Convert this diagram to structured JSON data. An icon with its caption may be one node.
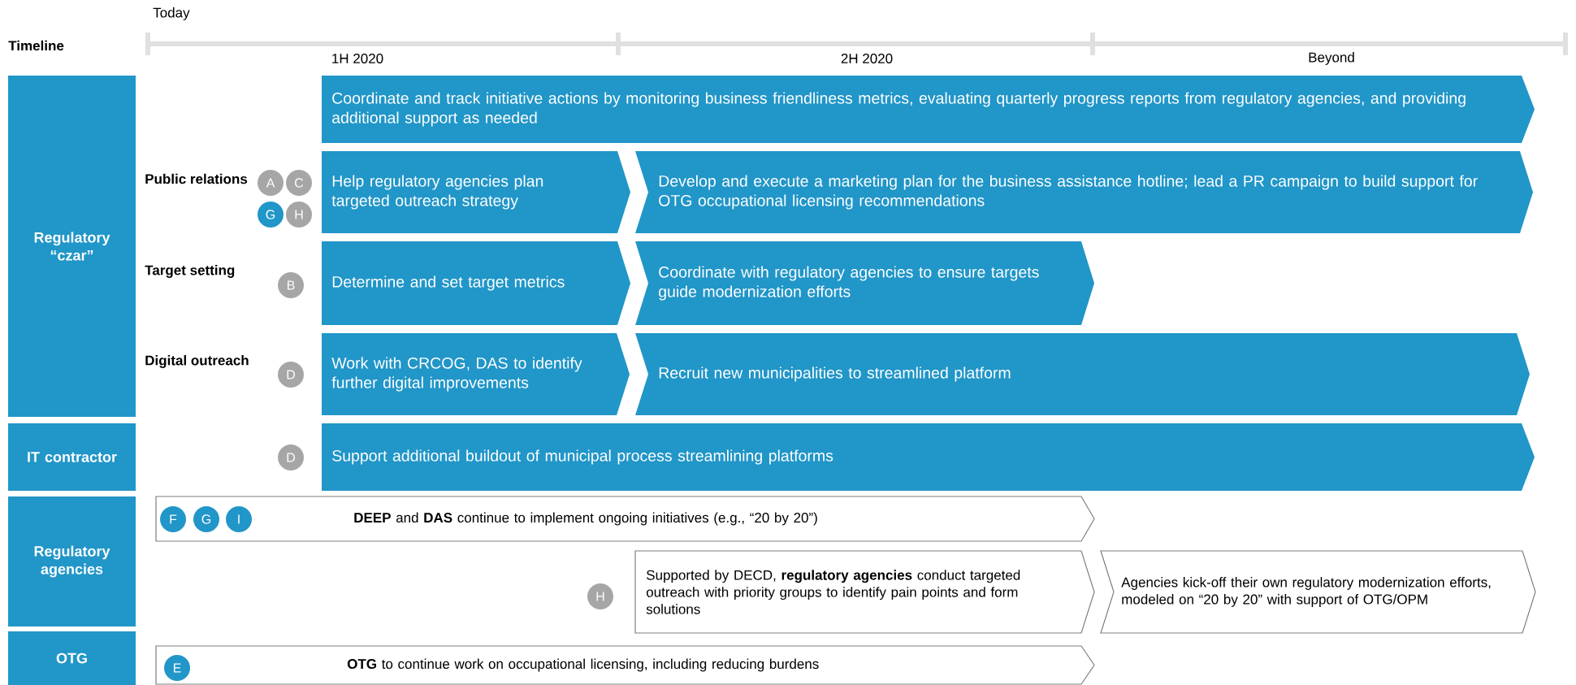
{
  "diagram": {
    "nodes": [
      {
        "text": [
          "Regulatory “czar”"
        ]
      },
      {
        "text": [
          "Coordinate and track initiative actions by monitoring business friendliness metrics, evaluating quarterly progress reports from regulatory agencies, and providing additional support as needed"
        ]
      },
      {
        "text": [
          "A"
        ]
      },
      {
        "text": [
          "C"
        ]
      },
      {
        "text": [
          "G"
        ]
      },
      {
        "text": [
          "H"
        ]
      },
      {
        "text": [
          "Help regulatory agencies plan targeted outreach strategy"
        ]
      },
      {
        "text": [
          "Develop and execute a marketing plan for the business assistance hotline; lead a PR campaign to build support for OTG occupational licensing recommendations"
        ]
      },
      {
        "text": [
          "B"
        ]
      },
      {
        "text": [
          "Determine and set target metrics"
        ]
      },
      {
        "text": [
          "Coordinate with regulatory agencies to ensure targets guide modernization efforts"
        ]
      },
      {
        "text": [
          "D"
        ]
      },
      {
        "text": [
          "Work with CRCOG, DAS to identify further digital improvements"
        ]
      },
      {
        "text": [
          "Recruit new municipalities to streamlined platform"
        ]
      },
      {
        "text": [
          "IT contractor"
        ]
      },
      {
        "text": [
          "D"
        ]
      },
      {
        "text": [
          "Support additional buildout of municipal process streamlining platforms"
        ]
      },
      {
        "text": [
          "Regulatory agencies"
        ]
      },
      {
        "text": [
          "**DEEP** and **DAS** continue to implement ongoing initiatives (e.g., “20 by 20”)"
        ]
      },
      {
        "text": [
          "F"
        ],
        "in": 18
      },
      {
        "text": [
          "G"
        ],
        "in": 18
      },
      {
        "text": [
          "I"
        ],
        "in": 18
      },
      {
        "text": [
          "H"
        ]
      },
      {
        "text": [
          "Supported by DECD, **regulatory agencies** conduct targeted outreach with priority groups to identify pain points and form solutions"
        ]
      },
      {
        "text": [
          "Agencies kick-off their own regulatory modernization efforts, modeled on “20 by 20” with support of OTG/OPM"
        ]
      },
      {
        "text": [
          "OTG"
        ]
      },
      {
        "text": [
          "**OTG** to continue work on occupational licensing, including reducing burdens"
        ]
      },
      {
        "text": [
          "E"
        ],
        "in": 26
      }
    ],
    "labels": [
      "Today",
      "Timeline",
      "1H 2020",
      "2H 2020",
      "Beyond",
      "Public relations",
      "Target setting",
      "Digital outreach"
    ]
  }
}
